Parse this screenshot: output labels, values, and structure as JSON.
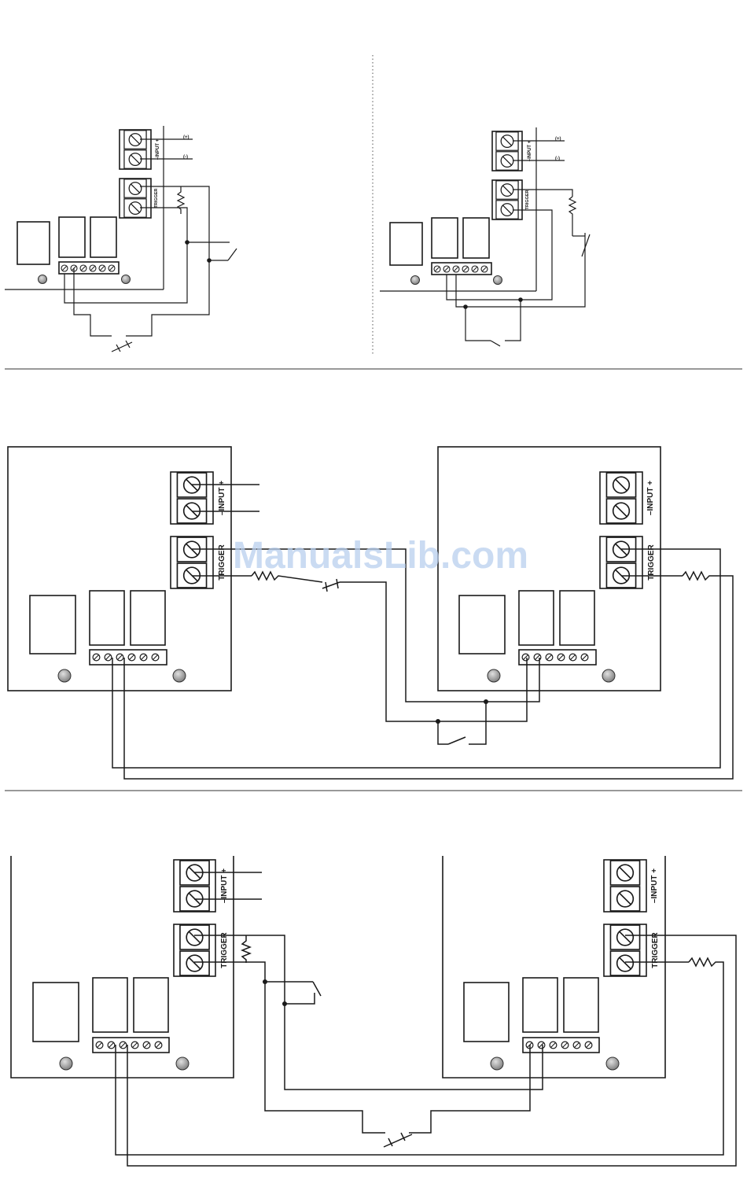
{
  "labels": {
    "input": "–INPUT +",
    "trigger": "TRIGGER",
    "plus": "(+)",
    "minus": "(-)"
  },
  "watermark": "ManualsLib.com",
  "colors": {
    "line": "#1a1a1a",
    "led": "#9a9a9a",
    "watermark": "#b9cfee"
  },
  "icons": {
    "terminal": "screw-terminal-icon",
    "resistor": "resistor-icon",
    "switch": "switch-icon",
    "led": "led-icon"
  }
}
